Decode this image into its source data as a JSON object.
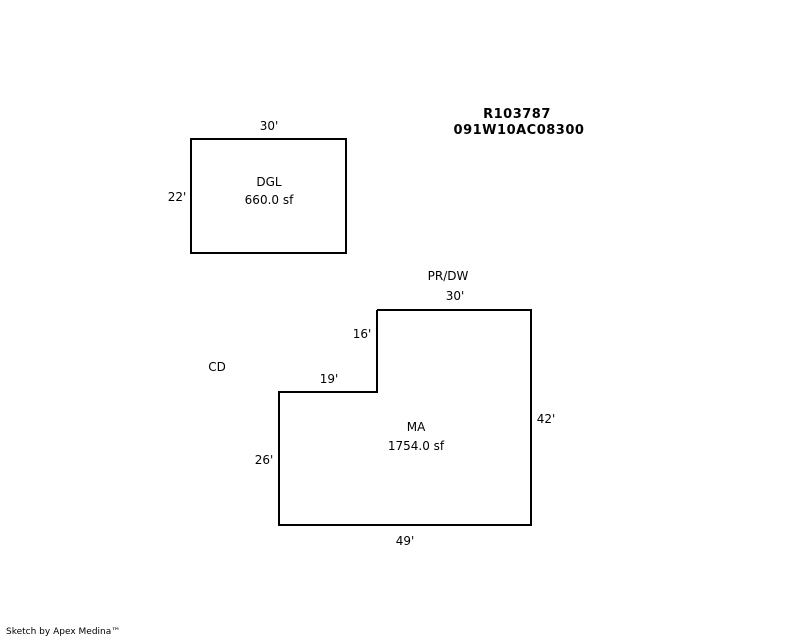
{
  "parcel": {
    "account_number": "R103787",
    "map_tax_lot": "091W10AC08300"
  },
  "garage": {
    "code": "DGL",
    "area": "660.0 sf",
    "width_label": "30'",
    "depth_label": "22'"
  },
  "main_area": {
    "code": "MA",
    "area": "1754.0 sf",
    "top_label": "30'",
    "notch_height_label": "16'",
    "notch_width_label": "19'",
    "right_label": "42'",
    "left_label": "26'",
    "bottom_label": "49'",
    "porch_code": "PR/DW"
  },
  "deck": {
    "code": "CD"
  },
  "footer": {
    "credit": "Sketch by Apex Medina™"
  }
}
